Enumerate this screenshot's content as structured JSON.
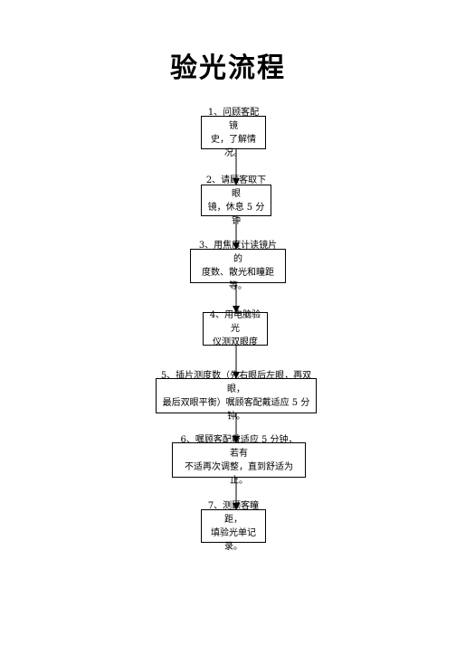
{
  "title": "验光流程",
  "steps": [
    {
      "text": "1、问顾客配镜\n史，了解情况。"
    },
    {
      "text": "2、请顾客取下眼\n镜，休息 5 分钟"
    },
    {
      "text": "3、用焦度计读镜片的\n度数、散光和瞳距等。"
    },
    {
      "text": "4、用电脑验光\n仪测双眼度"
    },
    {
      "text": "5、插片测度数（先右眼后左眼，再双眼，\n最后双眼平衡）嘱顾客配戴适应 5 分钟。"
    },
    {
      "text": "6、嘱顾客配戴适应 5 分钟，若有\n不适再次调整，直到舒适为止。"
    },
    {
      "text": "7、测顾客瞳距，\n填验光单记录。"
    }
  ]
}
